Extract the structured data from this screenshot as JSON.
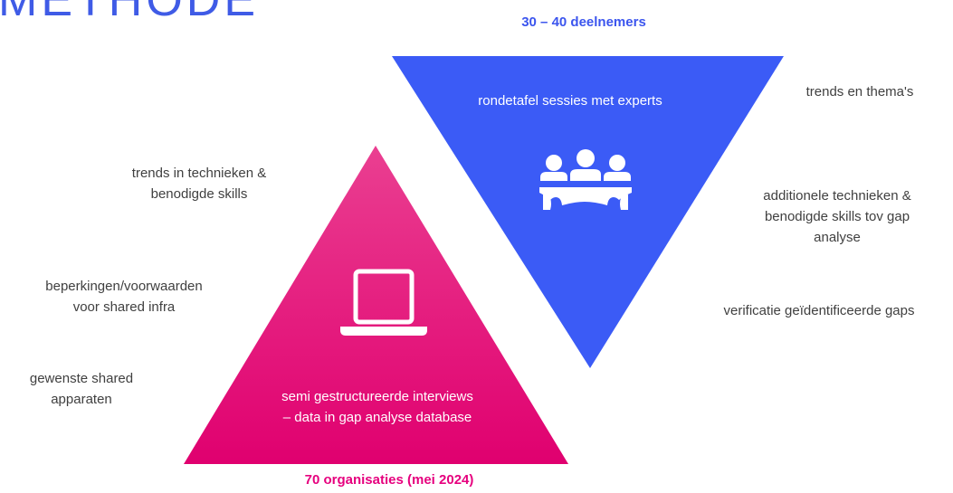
{
  "slide": {
    "title": "METHODE",
    "colors": {
      "accent_blue": "#3b55ee",
      "accent_pink": "#e6007e",
      "text_gray": "#404040"
    }
  },
  "blue_triangle": {
    "header": "30 – 40 deelnemers",
    "text": "rondetafel sessies met experts",
    "icon": "group-meeting-icon"
  },
  "pink_triangle": {
    "footer": "70 organisaties (mei 2024)",
    "text_line1": "semi gestructureerde interviews",
    "text_line2": "– data in gap analyse database",
    "icon": "laptop-icon"
  },
  "left_items": [
    {
      "line1": "trends in technieken &",
      "line2": "benodigde skills"
    },
    {
      "line1": "beperkingen/voorwaarden",
      "line2": "voor shared infra"
    },
    {
      "line1": "gewenste shared",
      "line2": "apparaten"
    }
  ],
  "right_items": [
    {
      "line1": "trends en thema's"
    },
    {
      "line1": "additionele technieken &",
      "line2": "benodigde skills tov gap",
      "line3": "analyse"
    },
    {
      "line1": "verificatie geïdentificeerde gaps"
    }
  ]
}
